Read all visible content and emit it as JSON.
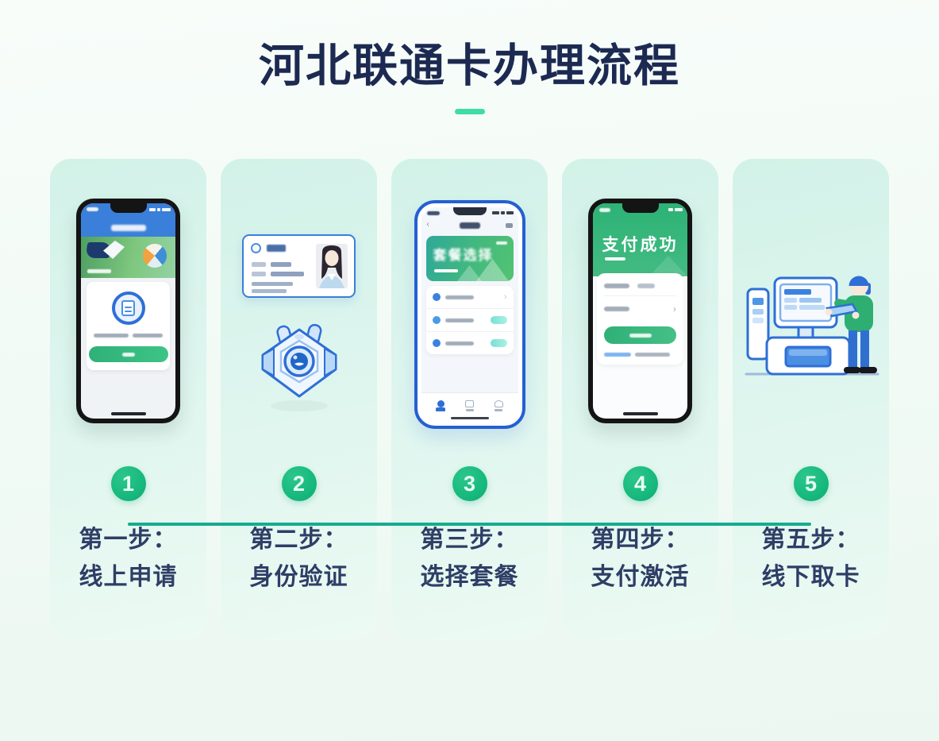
{
  "title": "河北联通卡办理流程",
  "steps": [
    {
      "num": "1",
      "line1": "第一步：",
      "line2": "线上申请"
    },
    {
      "num": "2",
      "line1": "第二步：",
      "line2": "身份验证"
    },
    {
      "num": "3",
      "line1": "第三步：",
      "line2": "选择套餐"
    },
    {
      "num": "4",
      "line1": "第四步：",
      "line2": "支付激活"
    },
    {
      "num": "5",
      "line1": "第五步：",
      "line2": "线下取卡"
    }
  ],
  "phone_screens": {
    "package_banner_title": "套餐选择",
    "payment_header_title": "支付成功"
  },
  "colors": {
    "title_text": "#1c2a52",
    "step_label_text": "#2e3e66",
    "timeline_circle_green": "#17b97d",
    "timeline_line_green": "#12ad8d",
    "title_dash_teal": "#3edca6",
    "card_background_mint": "#d9f4ea",
    "page_background": "#f3fbf7",
    "unicom_blue": "#2e6fd6",
    "success_green": "#2fb077"
  }
}
